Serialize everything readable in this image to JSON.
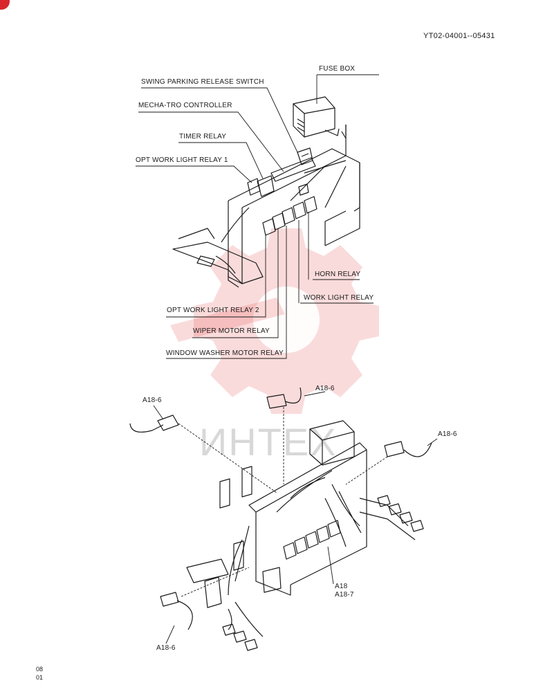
{
  "document": {
    "id": "YT02-04001--05431",
    "footer_lines": [
      "08",
      "01"
    ]
  },
  "watermark": {
    "text": "ИНТЕХ",
    "color": "#e84b4b"
  },
  "upper_diagram": {
    "labels": {
      "fuse_box": "FUSE BOX",
      "swing_parking_release_switch": "SWING PARKING RELEASE SWITCH",
      "mecha_tro_controller": "MECHA-TRO CONTROLLER",
      "timer_relay": "TIMER RELAY",
      "opt_work_light_relay_1": "OPT WORK LIGHT RELAY 1",
      "horn_relay": "HORN RELAY",
      "work_light_relay": "WORK LIGHT RELAY",
      "opt_work_light_relay_2": "OPT WORK LIGHT RELAY 2",
      "wiper_motor_relay": "WIPER MOTOR RELAY",
      "window_washer_motor_relay": "WINDOW WASHER MOTOR RELAY"
    }
  },
  "lower_diagram": {
    "callouts": {
      "top_left": "A18-6",
      "top_center": "A18-6",
      "right": "A18-6",
      "bottom_left": "A18-6",
      "harness_main": "A18",
      "harness_sub": "A18-7"
    }
  },
  "colors": {
    "line": "#1a1a1a",
    "watermark": "#e84b4b",
    "corner_mark": "#d9262c"
  }
}
